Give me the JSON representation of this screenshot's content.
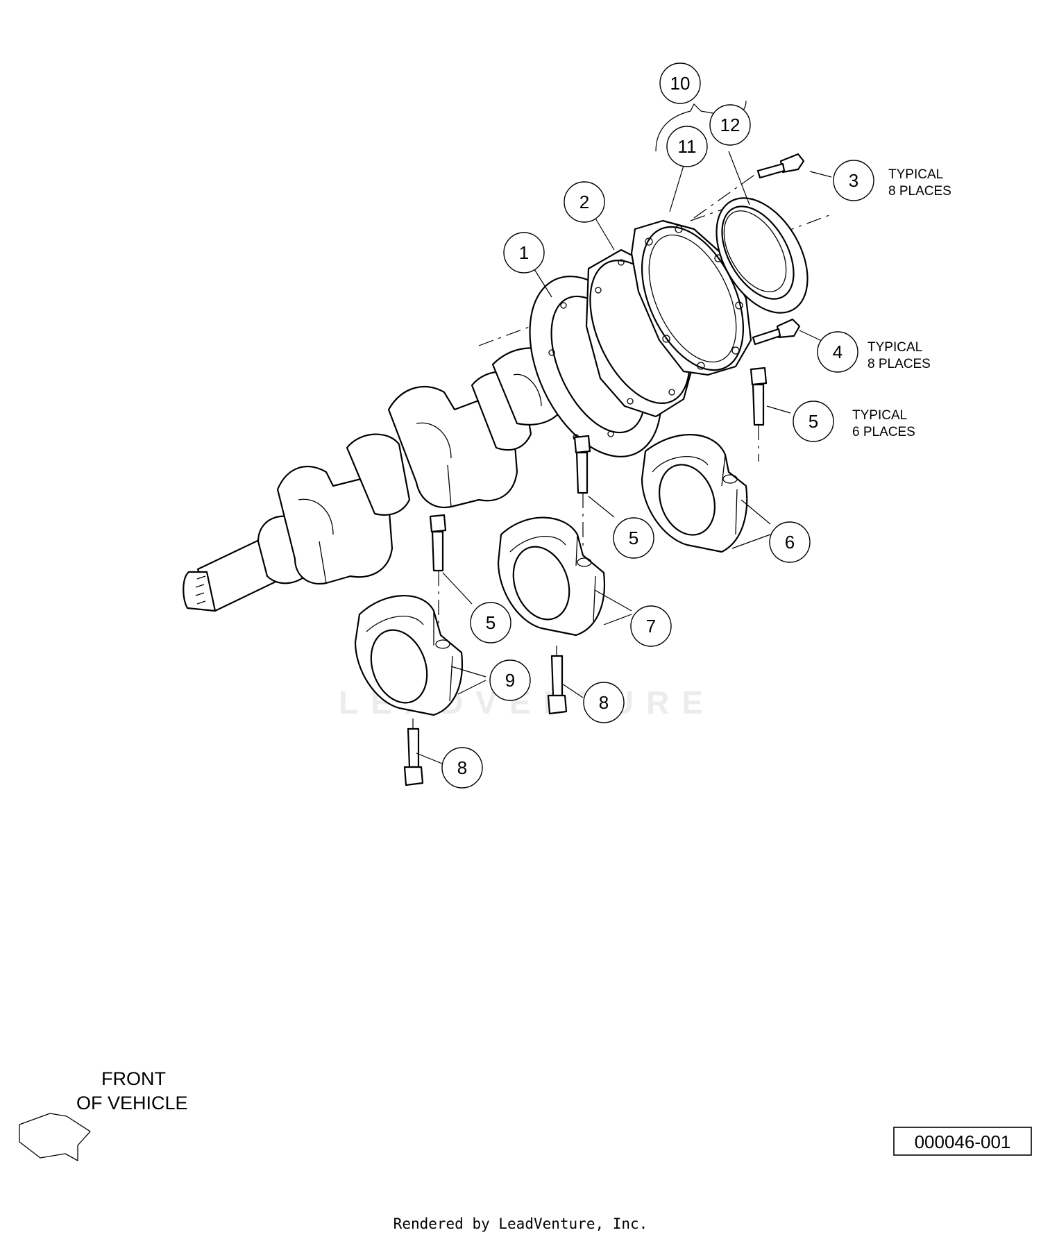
{
  "callouts": [
    {
      "label": "1"
    },
    {
      "label": "2"
    },
    {
      "label": "3"
    },
    {
      "label": "4"
    },
    {
      "label": "5"
    },
    {
      "label": "5"
    },
    {
      "label": "5"
    },
    {
      "label": "6"
    },
    {
      "label": "7"
    },
    {
      "label": "8"
    },
    {
      "label": "8"
    },
    {
      "label": "9"
    },
    {
      "label": "10"
    },
    {
      "label": "11"
    },
    {
      "label": "12"
    }
  ],
  "notes": {
    "bolt3": {
      "line1": "TYPICAL",
      "line2": "8 PLACES"
    },
    "bolt4": {
      "line1": "TYPICAL",
      "line2": "8 PLACES"
    },
    "bolt5": {
      "line1": "TYPICAL",
      "line2": "6 PLACES"
    }
  },
  "front_label": {
    "line1": "FRONT",
    "line2": "OF VEHICLE"
  },
  "reference_number": "000046-001",
  "footer": "Rendered by LeadVenture, Inc.",
  "watermark": "LEADVENTURE"
}
